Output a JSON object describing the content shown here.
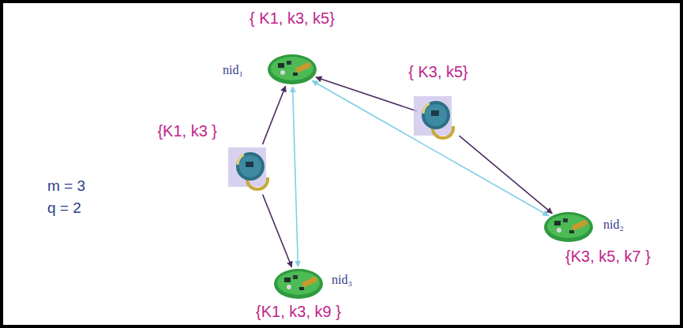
{
  "diagram": {
    "nodes": [
      {
        "text": [
          "{ K1, k3, k5}",
          "nid₁"
        ]
      },
      {
        "text": [
          "{ K3, k5}"
        ]
      },
      {
        "text": [
          "{K1, k3 }"
        ]
      },
      {
        "text": [
          "nid₂",
          "{K3, k5, k7 }"
        ]
      },
      {
        "text": [
          "nid₃",
          "{K1, k3, k9 }"
        ]
      }
    ],
    "edges": [
      {
        "from": 2,
        "to": 0,
        "arrow": "to"
      },
      {
        "from": 2,
        "to": 4,
        "arrow": "to"
      },
      {
        "from": 0,
        "to": 4,
        "arrow": "both"
      },
      {
        "from": 1,
        "to": 0,
        "arrow": "to"
      },
      {
        "from": 1,
        "to": 3,
        "arrow": "to"
      },
      {
        "from": 0,
        "to": 3,
        "arrow": "both"
      }
    ],
    "labels": [
      "m = 3",
      "q = 2"
    ]
  }
}
